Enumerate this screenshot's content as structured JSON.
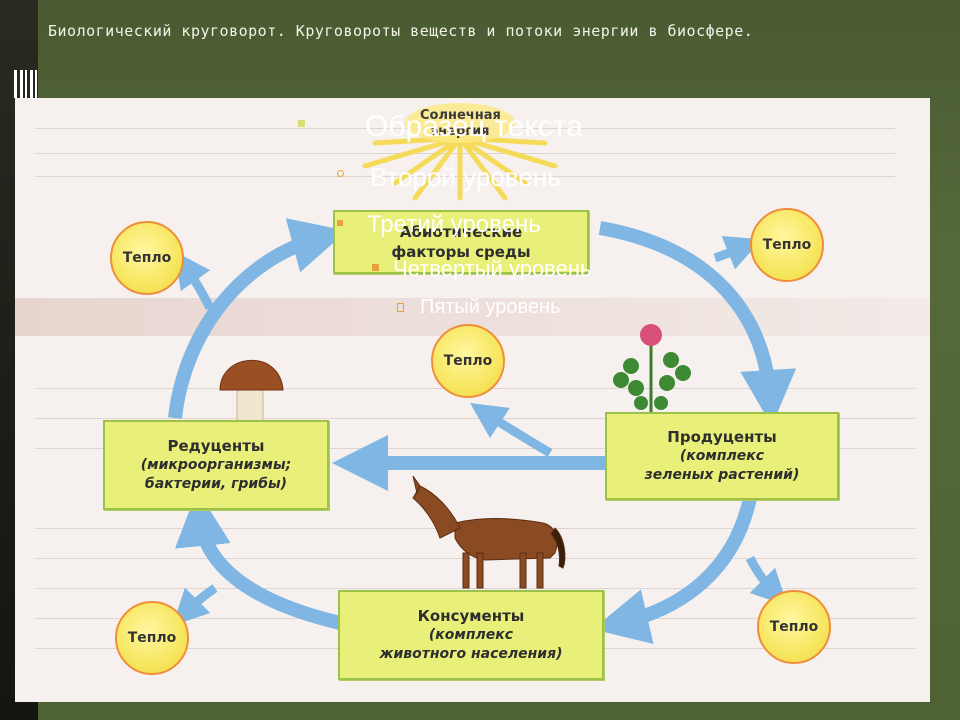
{
  "slide": {
    "title": "Биологический круговорот. Круговороты веществ и потоки энергии в биосфере."
  },
  "diagram": {
    "sun_label": [
      "Солнечная",
      "энергия"
    ],
    "abiotic": [
      "Абиотические",
      "факторы среды"
    ],
    "producers": {
      "name": "Продуценты",
      "desc": [
        "(комплекс",
        "зеленых растений)"
      ]
    },
    "reducers": {
      "name": "Редуценты",
      "desc": [
        "(микроорганизмы;",
        "бактерии, грибы)"
      ]
    },
    "consumers": {
      "name": "Консументы",
      "desc": [
        "(комплекс",
        "животного населения)"
      ]
    },
    "heat_label": "Тепло"
  },
  "placeholder_overlay": {
    "level1": "Образец текста",
    "level2": "Второй уровень",
    "level3": "Третий уровень",
    "level4": "Четвертый уровень",
    "level5": "Пятый уровень"
  },
  "colors": {
    "arrow": "#7fb6e3",
    "box_fill": "#e8f07a",
    "heat_fill": "#f7e660",
    "heat_border": "#ef8e3a",
    "accent_bullet": "#e8a03c"
  }
}
